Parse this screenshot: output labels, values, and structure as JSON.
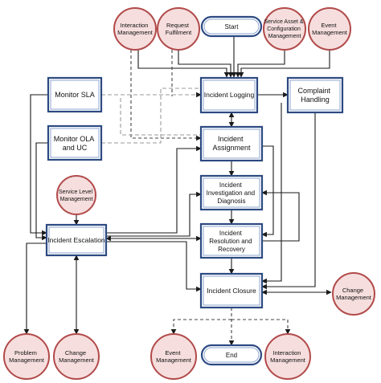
{
  "colors": {
    "circle_fill": "#f6dede",
    "circle_stroke": "#b24a4a",
    "box_stroke": "#2c4a82",
    "connector": "#1a1a1a"
  },
  "processes": [
    {
      "id": "p_interaction_top",
      "lines": [
        "Interaction",
        "Management"
      ]
    },
    {
      "id": "p_request",
      "lines": [
        "Request",
        "Fulfilment"
      ]
    },
    {
      "id": "p_sacm",
      "lines": [
        "Service Asset &",
        "Configuration",
        "Management"
      ]
    },
    {
      "id": "p_event_top",
      "lines": [
        "Event",
        "Management"
      ]
    },
    {
      "id": "p_slm",
      "lines": [
        "Service Level",
        "Management"
      ]
    },
    {
      "id": "p_change_right",
      "lines": [
        "Change",
        "Management"
      ]
    },
    {
      "id": "p_problem",
      "lines": [
        "Problem",
        "Management"
      ]
    },
    {
      "id": "p_change_bottom",
      "lines": [
        "Change",
        "Management"
      ]
    },
    {
      "id": "p_event_bottom",
      "lines": [
        "Event",
        "Management"
      ]
    },
    {
      "id": "p_interaction_bottom",
      "lines": [
        "Interaction",
        "Management"
      ]
    }
  ],
  "activities": [
    {
      "id": "a_monitor_sla",
      "lines": [
        "Monitor SLA"
      ]
    },
    {
      "id": "a_monitor_ola",
      "lines": [
        "Monitor OLA",
        "and UC"
      ]
    },
    {
      "id": "a_logging",
      "lines": [
        "Incident Logging"
      ]
    },
    {
      "id": "a_complaint",
      "lines": [
        "Complaint",
        "Handling"
      ]
    },
    {
      "id": "a_assignment",
      "lines": [
        "Incident",
        "Assignment"
      ]
    },
    {
      "id": "a_investigation",
      "lines": [
        "Incident",
        "Investigation and",
        "Diagnosis"
      ]
    },
    {
      "id": "a_resolution",
      "lines": [
        "Incident",
        "Resolution and",
        "Recovery"
      ]
    },
    {
      "id": "a_escalation",
      "lines": [
        "Incident Escalation"
      ]
    },
    {
      "id": "a_closure",
      "lines": [
        "Incident Closure"
      ]
    }
  ],
  "terminators": [
    {
      "id": "t_start",
      "lines": [
        "Start"
      ]
    },
    {
      "id": "t_end",
      "lines": [
        "End"
      ]
    }
  ]
}
